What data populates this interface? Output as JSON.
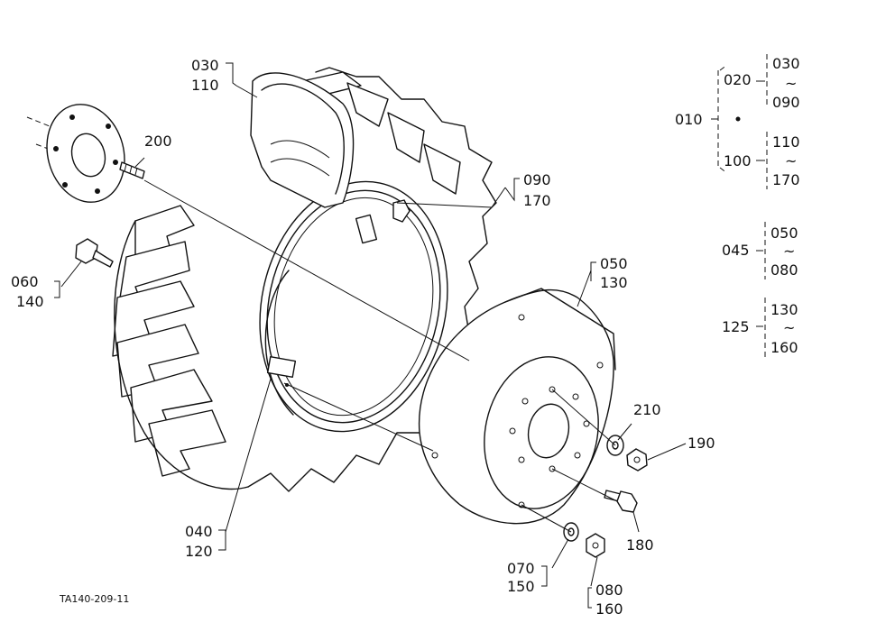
{
  "drawing_code": "TA140-209-11",
  "callouts": {
    "c030_110": [
      "030",
      "110"
    ],
    "c200": [
      "200"
    ],
    "c060_140": [
      "060",
      "140"
    ],
    "c090_170": [
      "090",
      "170"
    ],
    "c050_130": [
      "050",
      "130"
    ],
    "c210": [
      "210"
    ],
    "c190": [
      "190"
    ],
    "c180": [
      "180"
    ],
    "c070_150": [
      "070",
      "150"
    ],
    "c080_160": [
      "080",
      "160"
    ],
    "c040_120": [
      "040",
      "120"
    ]
  },
  "legend": {
    "g010": {
      "root": "010",
      "a": "020",
      "a_from": "030",
      "a_tilde": "~",
      "a_to": "090",
      "b": "100",
      "b_from": "110",
      "b_tilde": "~",
      "b_to": "170"
    },
    "g045": {
      "root": "045",
      "from": "050",
      "tilde": "~",
      "to": "080"
    },
    "g125": {
      "root": "125",
      "from": "130",
      "tilde": "~",
      "to": "160"
    }
  }
}
